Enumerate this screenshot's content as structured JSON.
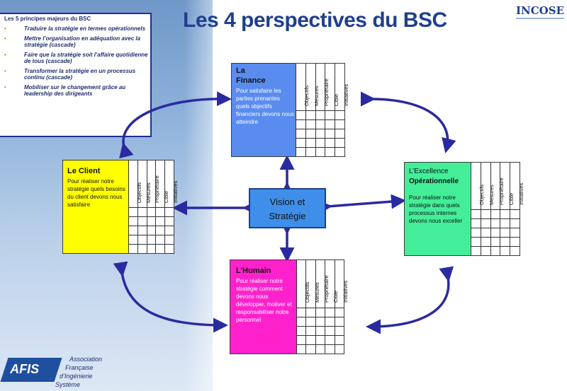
{
  "title": "Les 4 perspectives du BSC",
  "logo": {
    "text": "INCOSE"
  },
  "principles": {
    "title": "Les 5 principes majeurs du BSC",
    "items": [
      "Traduire la stratégie en termes opérationnels",
      "Mettre l’organisation en adéquation avec la stratégie (cascade)",
      "Faire que la stratégie soit l’affaire quotidienne de tous (cascade)",
      "Transformer la stratégie en un processus continu (cascade)",
      "Mobiliser sur le changement grâce au leadership des dirigeants"
    ]
  },
  "table_columns": [
    "Objectifs",
    "Mesures",
    "Propriétaire",
    "Cible",
    "Initiatives"
  ],
  "center": {
    "line1": "Vision et",
    "line2": "Stratégie"
  },
  "perspectives": {
    "finance": {
      "name_line1": "La",
      "name_line2": "Finance",
      "description": "Pour satisfaire les parties prenantes quels objectifs financiers devons nous atteindre",
      "color": "#5a8cf0"
    },
    "client": {
      "name": "Le Client",
      "description": "Pour réaliser notre stratégie quels besoins du client devons nous satisfaire",
      "color": "#ffff00"
    },
    "excellence": {
      "name_line1": "L’Excellence",
      "name_line2": "Opérationnelle",
      "description": "Pour réaliser notre stratégie dans quels processus internes devons nous exceller",
      "color": "#44ee99"
    },
    "humain": {
      "name": "L’Humain",
      "description": "Pour réaliser notre stratégie comment devons nous développer, motiver et responsabiliser notre personnel",
      "color": "#ff22cc"
    }
  },
  "afis": {
    "badge": "AFIS",
    "line1": "Association",
    "line2": "Française",
    "line3": "d’Ingénierie",
    "line4": "Système"
  },
  "colors": {
    "title": "#1f3f8f",
    "arrow": "#2a2aa0",
    "vision": "#3f8fea"
  }
}
